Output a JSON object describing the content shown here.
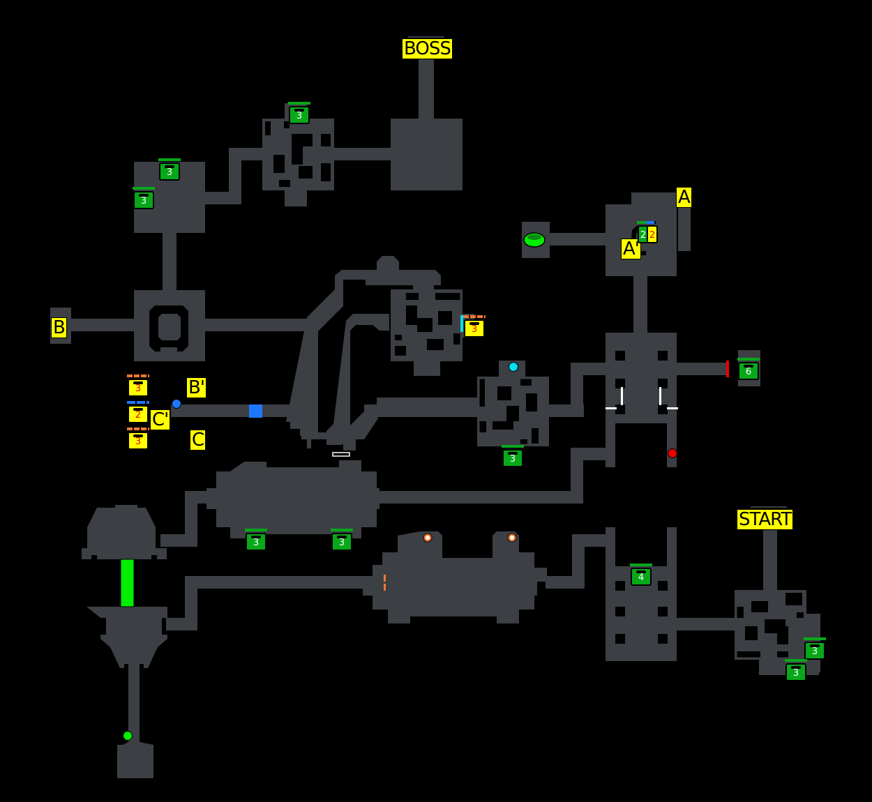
{
  "map": {
    "labels": {
      "boss": "BOSS",
      "start": "START",
      "a": "A",
      "a_prime": "A'",
      "b": "B",
      "b_prime": "B'",
      "c": "C",
      "c_prime": "C'"
    },
    "chests": [
      {
        "id": "c1",
        "value": "3",
        "color": "green"
      },
      {
        "id": "c2",
        "value": "3",
        "color": "green"
      },
      {
        "id": "c3",
        "value": "3",
        "color": "green"
      },
      {
        "id": "c4",
        "value": "2",
        "color": "green"
      },
      {
        "id": "c5",
        "value": "2",
        "color": "yellow"
      },
      {
        "id": "c6",
        "value": "3",
        "color": "yellow"
      },
      {
        "id": "c7",
        "value": "3",
        "color": "yellow"
      },
      {
        "id": "c8",
        "value": "2",
        "color": "yellow"
      },
      {
        "id": "c9",
        "value": "3",
        "color": "yellow"
      },
      {
        "id": "c10",
        "value": "6",
        "color": "green"
      },
      {
        "id": "c11",
        "value": "3",
        "color": "green"
      },
      {
        "id": "c12",
        "value": "3",
        "color": "green"
      },
      {
        "id": "c13",
        "value": "3",
        "color": "green"
      },
      {
        "id": "c14",
        "value": "4",
        "color": "green"
      },
      {
        "id": "c15",
        "value": "3",
        "color": "green"
      },
      {
        "id": "c16",
        "value": "3",
        "color": "green"
      }
    ],
    "colors": {
      "room": "#3c3f44",
      "background": "#000000",
      "label": "#ffff00",
      "chest_green": "#08a81a",
      "warp_green": "#00ee00",
      "switch_blue": "#1e78ff",
      "switch_cyan": "#00e0f0",
      "switch_red": "#ee0000",
      "door_orange": "#f07830"
    }
  }
}
